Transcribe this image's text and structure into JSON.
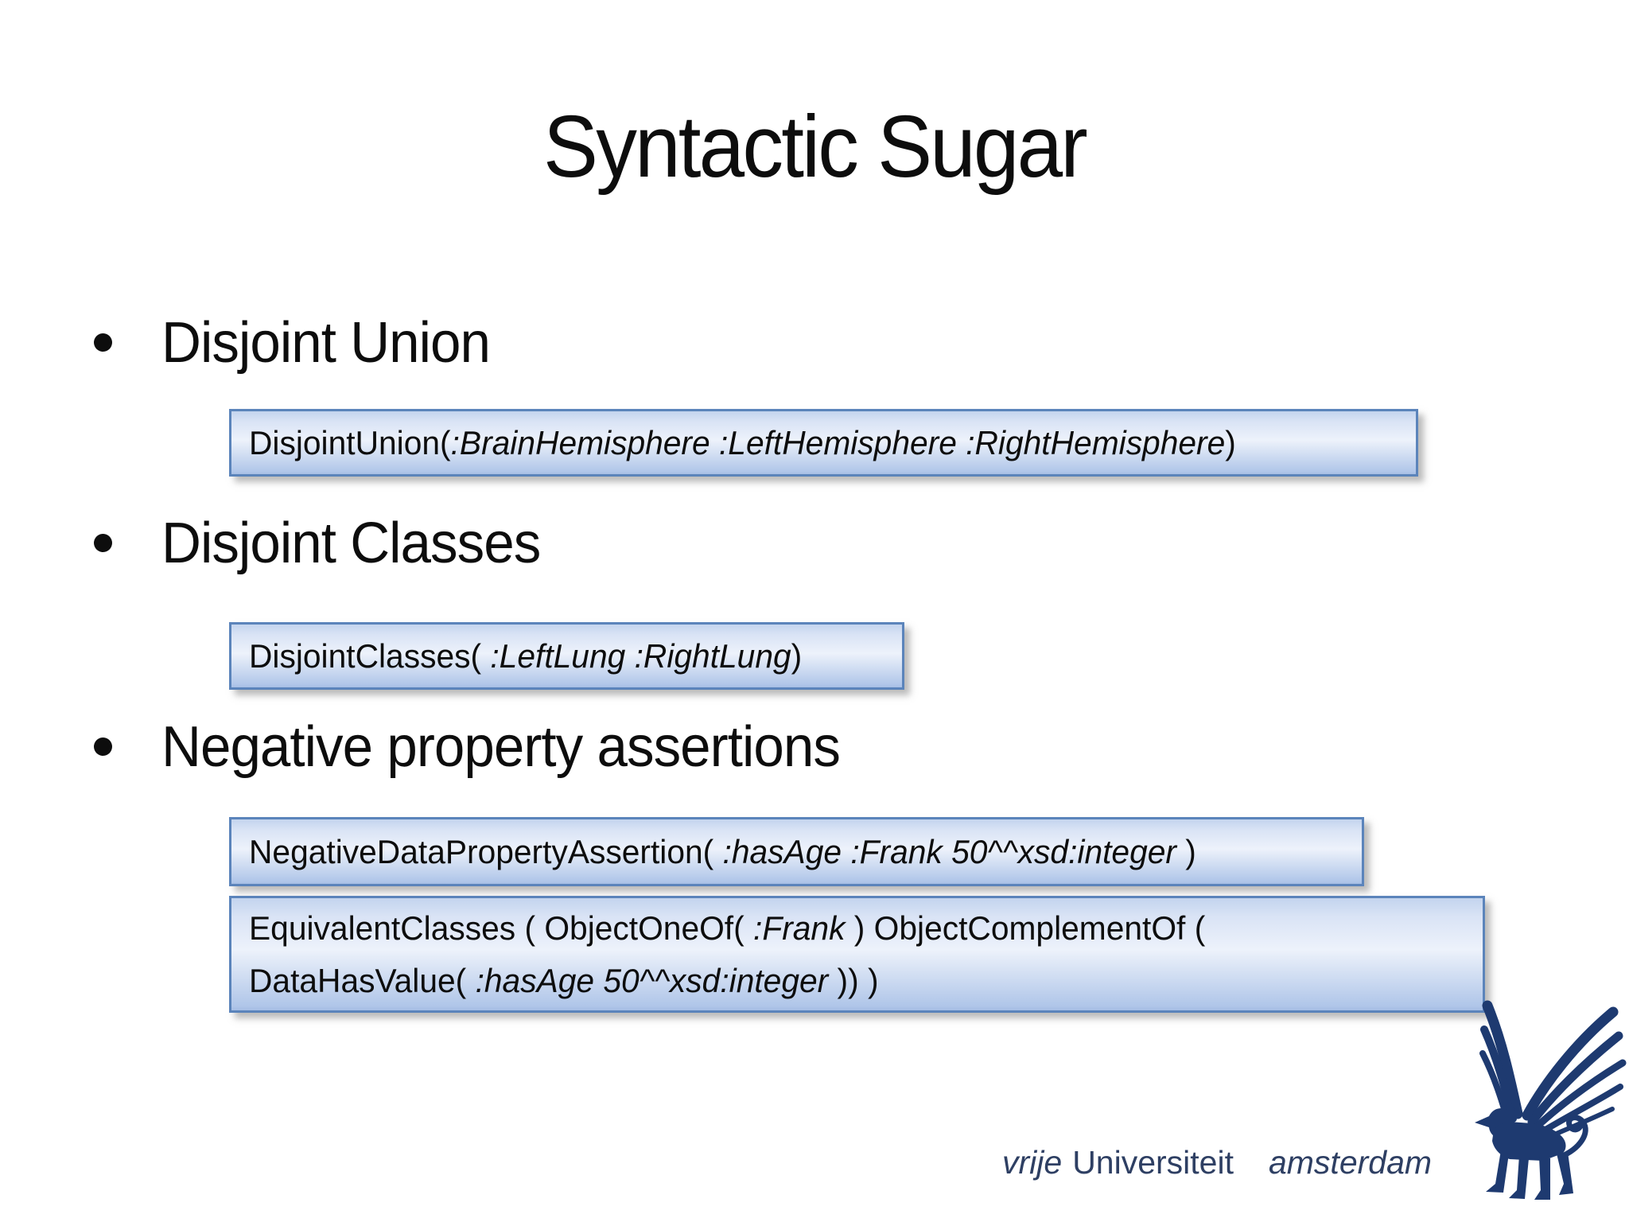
{
  "slide": {
    "title": "Syntactic Sugar",
    "bullets": [
      {
        "label": "Disjoint Union"
      },
      {
        "label": "Disjoint Classes"
      },
      {
        "label": "Negative property assertions"
      }
    ],
    "code_boxes": {
      "disjoint_union": {
        "segments": [
          {
            "text": "DisjointUnion(",
            "italic": false
          },
          {
            "text": ":BrainHemisphere :LeftHemisphere :RightHemisphere",
            "italic": true
          },
          {
            "text": ")",
            "italic": false
          }
        ]
      },
      "disjoint_classes": {
        "segments": [
          {
            "text": "DisjointClasses( ",
            "italic": false
          },
          {
            "text": ":LeftLung :RightLung",
            "italic": true
          },
          {
            "text": ")",
            "italic": false
          }
        ]
      },
      "negative_data_property_assertion": {
        "segments": [
          {
            "text": "NegativeDataPropertyAssertion( ",
            "italic": false
          },
          {
            "text": ":hasAge :Frank 50^^xsd:integer",
            "italic": true
          },
          {
            "text": " )",
            "italic": false
          }
        ]
      },
      "equivalent_classes": {
        "line1": {
          "segments": [
            {
              "text": "EquivalentClasses ( ObjectOneOf( ",
              "italic": false
            },
            {
              "text": ":Frank",
              "italic": true
            },
            {
              "text": " ) ObjectComplementOf (",
              "italic": false
            }
          ]
        },
        "line2": {
          "segments": [
            {
              "text": "DataHasValue( ",
              "italic": false
            },
            {
              "text": ":hasAge 50^^xsd:integer",
              "italic": true
            },
            {
              "text": " )) )",
              "italic": false
            }
          ]
        }
      }
    }
  },
  "footer": {
    "logo": {
      "word1": "vrije",
      "word2": "Universiteit",
      "word3": "amsterdam",
      "griffin_icon": "vu-griffin"
    }
  },
  "colors": {
    "background": "#ffffff",
    "text": "#0d0d0d",
    "box_border": "#5b84bb",
    "box_gradient_top": "#c3d4ee",
    "box_gradient_middle": "#edf2fb",
    "box_gradient_bottom": "#a5bde4",
    "logo_blue": "#1e3a70",
    "logo_text_blue": "#2e3f63"
  }
}
